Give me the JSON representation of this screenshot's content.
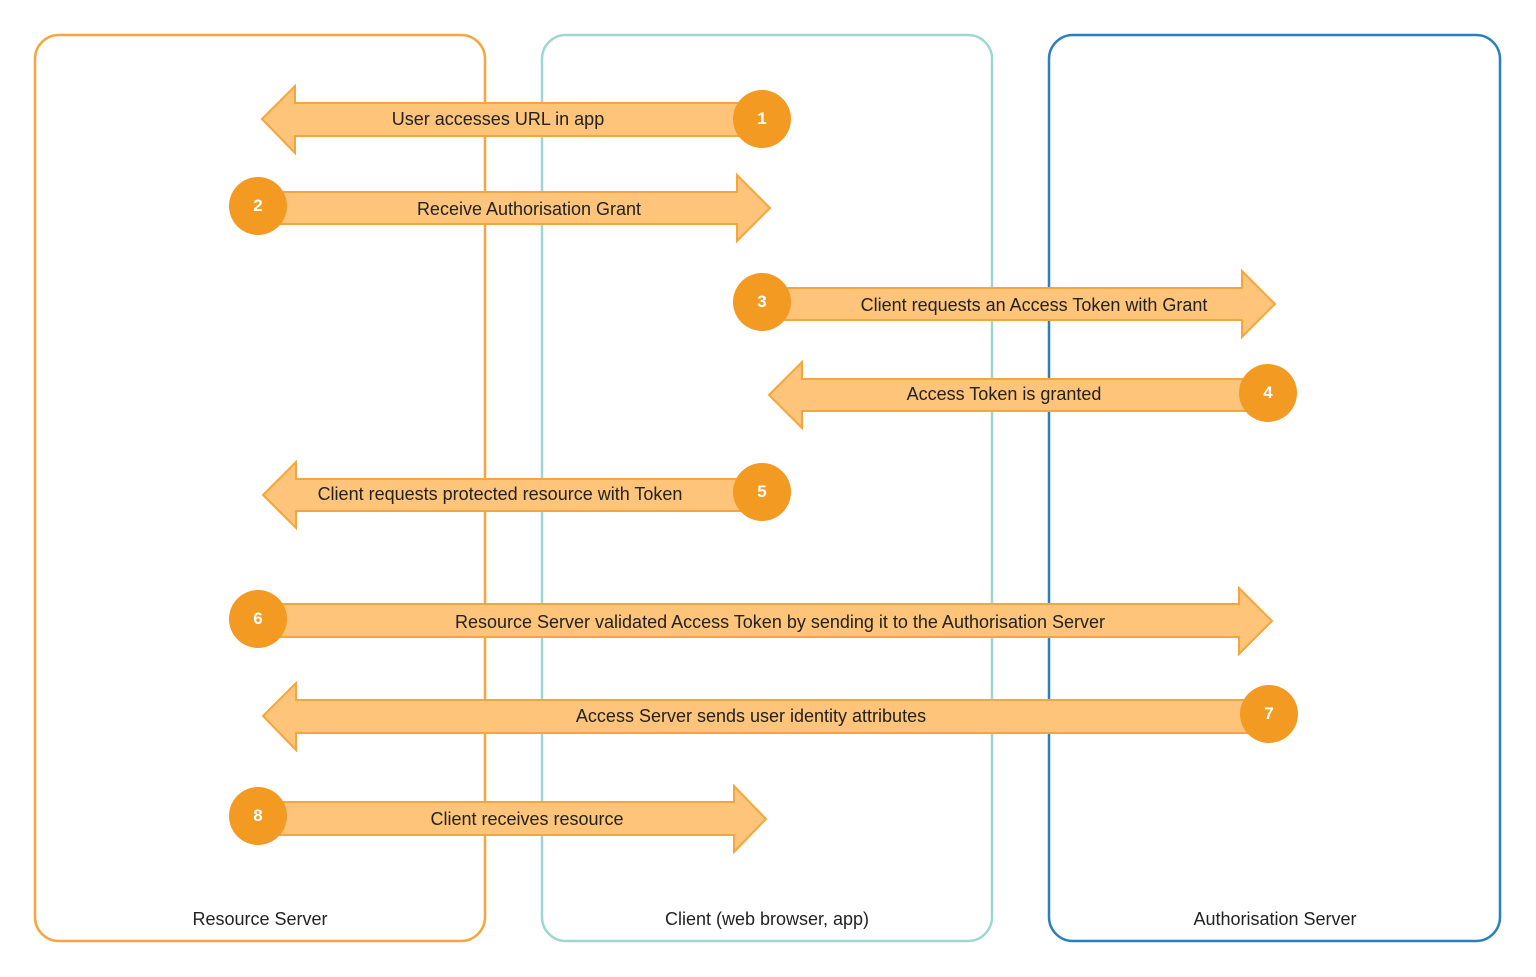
{
  "lanes": [
    {
      "id": "resource-server",
      "label": "Resource Server",
      "color": "#f5a53b"
    },
    {
      "id": "client",
      "label": "Client (web browser, app)",
      "color": "#9fd6d2"
    },
    {
      "id": "authorisation-server",
      "label": "Authorisation Server",
      "color": "#2a7fbf"
    }
  ],
  "colors": {
    "arrow_fill": "#fdc47a",
    "arrow_stroke": "#f5a53b",
    "badge_fill": "#f39a22",
    "badge_text": "#ffffff"
  },
  "steps": [
    {
      "number": "1",
      "label": "User accesses URL in app",
      "direction": "left"
    },
    {
      "number": "2",
      "label": "Receive Authorisation Grant",
      "direction": "right"
    },
    {
      "number": "3",
      "label": "Client requests an Access Token with Grant",
      "direction": "right"
    },
    {
      "number": "4",
      "label": "Access Token is granted",
      "direction": "left"
    },
    {
      "number": "5",
      "label": "Client requests protected resource with Token",
      "direction": "left"
    },
    {
      "number": "6",
      "label": "Resource Server validated Access Token by sending it to the Authorisation Server",
      "direction": "right"
    },
    {
      "number": "7",
      "label": "Access Server sends user identity attributes",
      "direction": "left"
    },
    {
      "number": "8",
      "label": "Client receives resource",
      "direction": "right"
    }
  ]
}
